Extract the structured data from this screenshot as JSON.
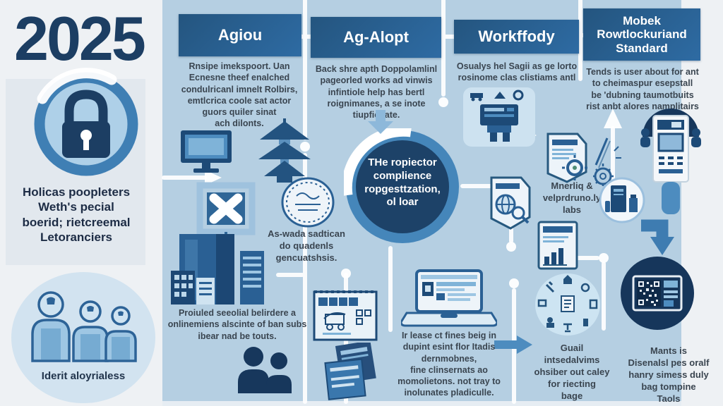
{
  "palette": {
    "bg_left": "#eef1f4",
    "bg_main": "#b5cfe2",
    "header_gradient": [
      "#24557f",
      "#2e6ba3"
    ],
    "navy": "#1c3e63",
    "body_text": "#3a4550",
    "center_circle_fill": "#1d4268",
    "center_circle_ring": "#4586ba",
    "icon_blue": "#2a6094",
    "icon_dark": "#1d4a77",
    "light_panel": "#cde2f0"
  },
  "year": "2025",
  "left_panel": {
    "caption": "Holicas poopleters\nWeth's pecial\nboerid; rietcreemal\nLetoranciers",
    "identity_caption": "Iderit aloyrialess"
  },
  "columns": [
    {
      "header": "Agiou",
      "body": "Rnsipe imekspoort. Uan\nEcnesne theef enalched\ncondulricanl imnelt Rolbirs,\nemtlcrica coole sat actor\nguors quiler sinat\nach dilonts."
    },
    {
      "header": "Ag-Alopt",
      "body": "Back shre apth Doppolamlinl\npageorled works ad vinwis\ninfintiole help has bertl\nroignimanes, a se inote\ntiupfichate."
    },
    {
      "header": "Workffody",
      "body": "Osualys hel Sagii as ge lorto\nrosinome clas clistiams antl"
    },
    {
      "header": "Mobek\nRowtlockuriand\nStandard",
      "body": "Tends is user about for ant\nto cheimaspur esepstall\nbe 'dubning taumotbuits\nrist anbt alores namplitairs"
    }
  ],
  "center_circle": {
    "text": "THe ropiector\ncomplience\nropgesttzation,\nol loar"
  },
  "annotations": {
    "aswada": "As-wada sadtican\ndo quadenls\ngencuatshsis.",
    "mnerliq": "Mnerliq &\nvelprdruno.ly\nlabs",
    "proiuled": "Proiuled seeolial belirdere a\nonlinemiens alscinte of ban subs\nibear nad be touts.",
    "irlease": "Ir lease ct fines beig in\ndupint esint flor Itadis\ndernmobnes,\nfine clinsernats ao\nmomolietons. not tray to\ninolunates pladiculle.",
    "guail": "Guail\nintsedalvims\nohsiber out caley\nfor riecting\nbage",
    "mants": "Mants is\nDisenalsl pes oralf\nhanry simess duly\nbag tompine\nTaols"
  },
  "icons": [
    "lock-icon",
    "people-group-icon",
    "monitor-icon",
    "pagoda-icon",
    "x-square-icon",
    "buildings-icon",
    "seal-icon",
    "robot-console-icon",
    "shield-gear-icon",
    "shield-globe-icon",
    "gear-sketch-icon",
    "doc-chart-icon",
    "kiosk-scanner-icon",
    "books-circle-icon",
    "ring-diagram-icon",
    "qr-code-circle-icon",
    "laptop-icon",
    "blueprint-card-icon",
    "persons-pair-icon",
    "doc-pages-icon",
    "arrow-down-icon",
    "arrow-right-icon",
    "bent-arrow-icon",
    "connector-lines"
  ]
}
